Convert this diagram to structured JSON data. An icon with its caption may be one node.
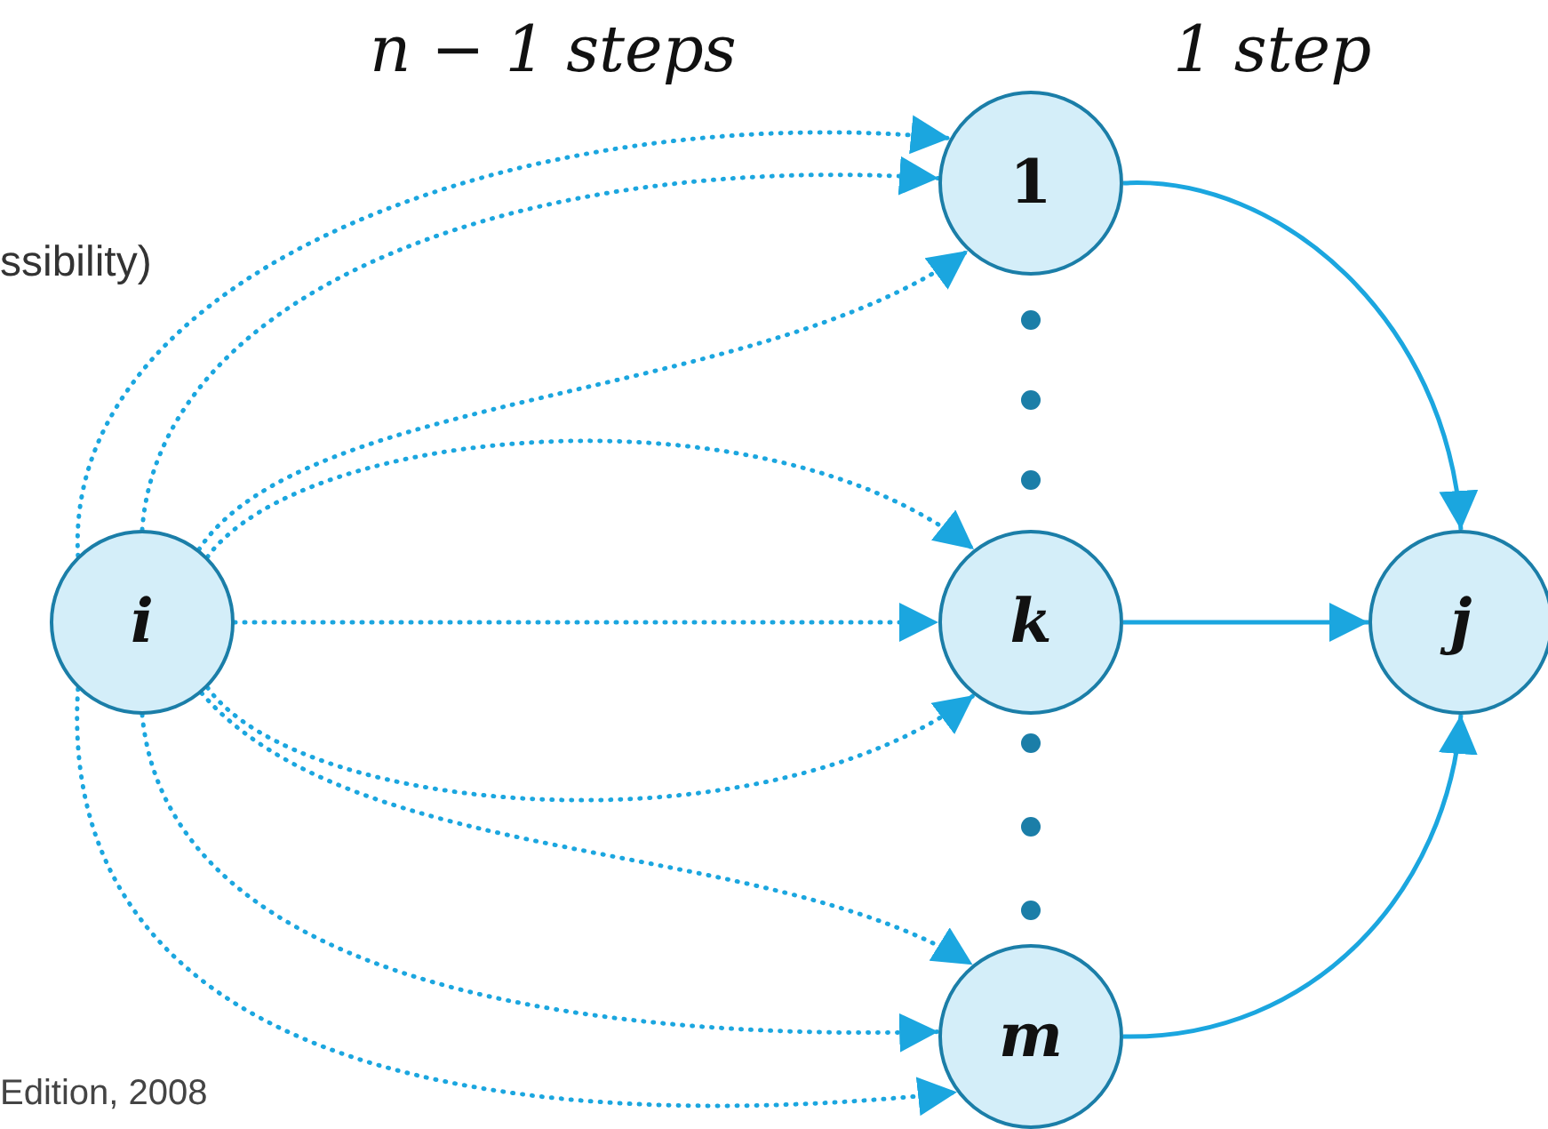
{
  "diagram": {
    "nodes": [
      {
        "text": [
          "i"
        ]
      },
      {
        "text": [
          "1"
        ]
      },
      {
        "text": [
          "k"
        ]
      },
      {
        "text": [
          "m"
        ]
      },
      {
        "text": [
          "j"
        ]
      }
    ],
    "edges": [
      {
        "from": 0,
        "to": 1,
        "arrow": "to",
        "style": "dashed"
      },
      {
        "from": 0,
        "to": 1,
        "arrow": "to",
        "style": "dashed"
      },
      {
        "from": 0,
        "to": 1,
        "arrow": "to",
        "style": "dashed"
      },
      {
        "from": 0,
        "to": 2,
        "arrow": "to",
        "style": "dashed"
      },
      {
        "from": 0,
        "to": 2,
        "arrow": "to",
        "style": "dashed"
      },
      {
        "from": 0,
        "to": 2,
        "arrow": "to",
        "style": "dashed"
      },
      {
        "from": 0,
        "to": 3,
        "arrow": "to",
        "style": "dashed"
      },
      {
        "from": 0,
        "to": 3,
        "arrow": "to",
        "style": "dashed"
      },
      {
        "from": 0,
        "to": 3,
        "arrow": "to",
        "style": "dashed"
      },
      {
        "from": 1,
        "to": 4,
        "arrow": "to"
      },
      {
        "from": 2,
        "to": 4,
        "arrow": "to"
      },
      {
        "from": 3,
        "to": 4,
        "arrow": "to"
      }
    ],
    "labels": [
      "n − 1 steps",
      "1 step",
      "ssibility)",
      "Edition, 2008"
    ]
  }
}
